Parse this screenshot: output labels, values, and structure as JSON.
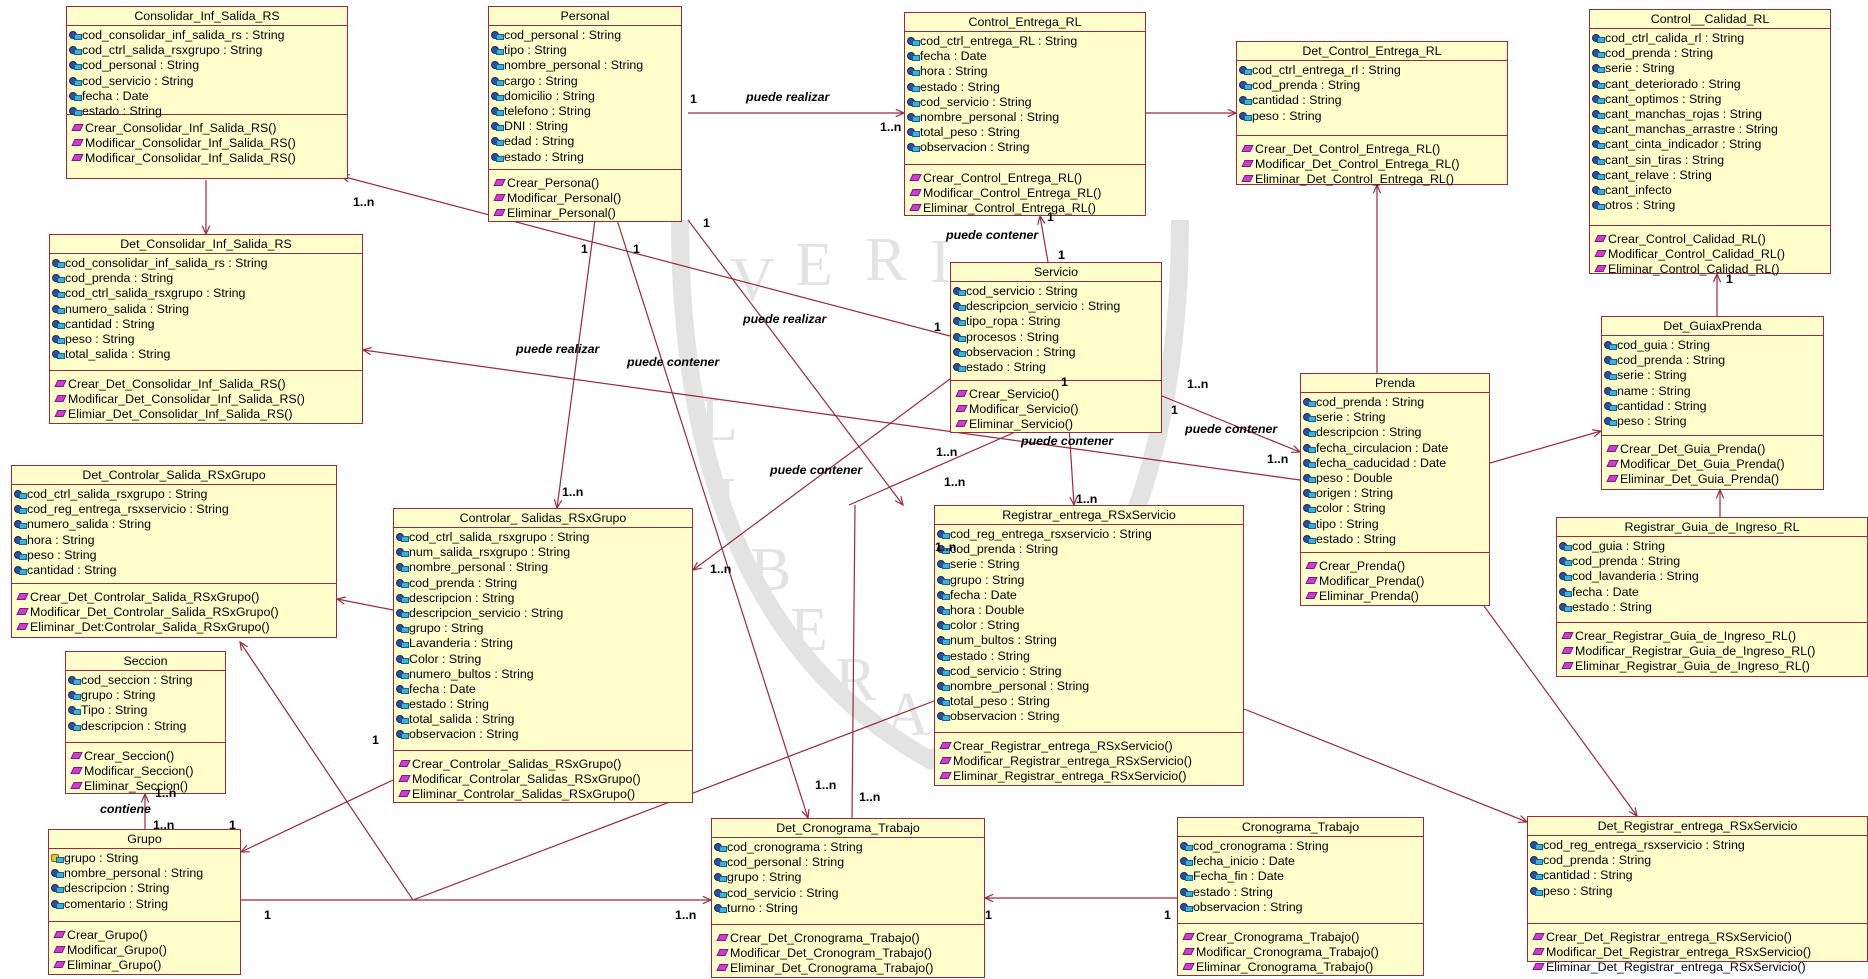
{
  "colors": {
    "class_fill": "#ffffcc",
    "line": "#9b2a3e",
    "watermark": "#e3e3e3"
  },
  "icons": {
    "attribute": "attribute-icon",
    "key_attribute": "key-attribute-icon",
    "operation": "operation-icon"
  },
  "watermark": {
    "letters": [
      "V",
      "E",
      "R",
      "I",
      "L",
      "I",
      "B",
      "E",
      "R",
      "A"
    ]
  },
  "classes": [
    {
      "id": "consolidar",
      "name": "Consolidar_Inf_Salida_RS",
      "attributes": [
        "cod_consolidar_inf_salida_rs : String",
        "cod_ctrl_salida_rsxgrupo : String",
        "cod_personal : String",
        "cod_servicio : String",
        "fecha : Date",
        "estado : String"
      ],
      "operations": [
        "Crear_Consolidar_Inf_Salida_RS()",
        "Modificar_Consolidar_Inf_Salida_RS()",
        "Modificar_Consolidar_Inf_Salida_RS()"
      ]
    },
    {
      "id": "personal",
      "name": "Personal",
      "attributes": [
        "cod_personal : String",
        "tipo : String",
        "nombre_personal : String",
        "cargo : String",
        "domicilio : String",
        "telefono : String",
        "DNI : String",
        "edad : String",
        "estado : String"
      ],
      "operations": [
        "Crear_Persona()",
        "Modificar_Personal()",
        "Eliminar_Personal()"
      ]
    },
    {
      "id": "control_entrega",
      "name": "Control_Entrega_RL",
      "attributes": [
        "cod_ctrl_entrega_RL : String",
        "fecha : Date",
        "hora : String",
        "estado : String",
        "cod_servicio : String",
        "nombre_personal : String",
        "total_peso : String",
        "observacion : String"
      ],
      "operations": [
        "Crear_Control_Entrega_RL()",
        "Modificar_Control_Entrega_RL()",
        "Eliminar_Control_Entrega_RL()"
      ]
    },
    {
      "id": "det_control_entrega",
      "name": "Det_Control_Entrega_RL",
      "attributes": [
        "cod_ctrl_entrega_rl : String",
        "cod_prenda : String",
        "cantidad : String",
        "peso : String"
      ],
      "operations": [
        "Crear_Det_Control_Entrega_RL()",
        "Modificar_Det_Control_Entrega_RL()",
        "Eliminar_Det_Control_Entrega_RL()"
      ]
    },
    {
      "id": "control_calidad",
      "name": "Control__Calidad_RL",
      "attributes": [
        "cod_ctrl_calida_rl : String",
        "cod_prenda : String",
        "serie : String",
        "cant_deteriorado : String",
        "cant_optimos : String",
        "cant_manchas_rojas : String",
        "cant_manchas_arrastre : String",
        "cant_cinta_indicador : String",
        "cant_sin_tiras : String",
        "cant_relave : String",
        "cant_infecto",
        "otros : String"
      ],
      "operations": [
        "Crear_Control_Calidad_RL()",
        "Modificar_Control_Calidad_RL()",
        "Eliminar_Control_Calidad_RL()"
      ]
    },
    {
      "id": "det_consolidar",
      "name": "Det_Consolidar_Inf_Salida_RS",
      "attributes": [
        "cod_consolidar_inf_salida_rs : String",
        "cod_prenda : String",
        "cod_ctrl_salida_rsxgrupo : String",
        "numero_salida : String",
        "cantidad : String",
        "peso : String",
        "total_salida : String"
      ],
      "operations": [
        "Crear_Det_Consolidar_Inf_Salida_RS()",
        "Modificar_Det_Consolidar_Inf_Salida_RS()",
        "Elimiar_Det_Consolidar_Inf_Salida_RS()"
      ]
    },
    {
      "id": "servicio",
      "name": "Servicio",
      "attributes": [
        "cod_servicio : String",
        "descripcion_servicio : String",
        "tipo_ropa : String",
        "procesos : String",
        "observacion : String",
        "estado : String"
      ],
      "operations": [
        "Crear_Servicio()",
        "Modificar_Servicio()",
        "Eliminar_Servicio()"
      ]
    },
    {
      "id": "det_guia",
      "name": "Det_GuiaxPrenda",
      "attributes": [
        "cod_guia : String",
        "cod_prenda : String",
        "serie : String",
        "name : String",
        "cantidad : String",
        "peso : String"
      ],
      "operations": [
        "Crear_Det_Guia_Prenda()",
        "Modificar_Det_Guia_Prenda()",
        "Eliminar_Det_Guia_Prenda()"
      ]
    },
    {
      "id": "prenda",
      "name": "Prenda",
      "attributes": [
        "cod_prenda : String",
        "serie : String",
        "descripcion : String",
        "fecha_circulacion : Date",
        "fecha_caducidad : Date",
        "peso : Double",
        "origen : String",
        "color : String",
        "tipo : String",
        "estado : String"
      ],
      "operations": [
        "Crear_Prenda()",
        "Modificar_Prenda()",
        "Eliminar_Prenda()"
      ]
    },
    {
      "id": "det_controlar",
      "name": "Det_Controlar_Salida_RSxGrupo",
      "attributes": [
        "cod_ctrl_salida_rsxgrupo : String",
        "cod_reg_entrega_rsxservicio : String",
        "numero_salida : String",
        "hora : String",
        "peso : String",
        "cantidad : String"
      ],
      "operations": [
        "Crear_Det_Controlar_Salida_RSxGrupo()",
        "Modificar_Det_Controlar_Salida_RSxGrupo()",
        "Eliminar_Det:Controlar_Salida_RSxGrupo()"
      ]
    },
    {
      "id": "controlar",
      "name": "Controlar_ Salidas_RSxGrupo",
      "attributes": [
        "cod_ctrl_salida_rsxgrupo : String",
        "num_salida_rsxgrupo : String",
        "nombre_personal : String",
        "cod_prenda : String",
        "descripcion : String",
        "descripcion_servicio : String",
        "grupo : String",
        "Lavanderia : String",
        "Color : String",
        "numero_bultos : String",
        "fecha : Date",
        "estado : String",
        "total_salida : String",
        "observacion : String"
      ],
      "operations": [
        "Crear_Controlar_Salidas_RSxGrupo()",
        "Modificar_Controlar_Salidas_RSxGrupo()",
        "Eliminar_Controlar_Salidas_RSxGrupo()"
      ]
    },
    {
      "id": "registrar_entrega",
      "name": "Registrar_entrega_RSxServicio",
      "attributes": [
        "cod_reg_entrega_rsxservicio : String",
        "cod_prenda : String",
        "serie : String",
        "grupo : String",
        "fecha : Date",
        "hora : Double",
        "color : String",
        "num_bultos : String",
        "estado : String",
        "cod_servicio : String",
        "nombre_personal : String",
        "total_peso : String",
        "observacion : String"
      ],
      "operations": [
        "Crear_Registrar_entrega_RSxServicio()",
        "Modificar_Registrar_entrega_RSxServicio()",
        "Eliminar_Registrar_entrega_RSxServicio()"
      ]
    },
    {
      "id": "registrar_guia",
      "name": "Registrar_Guia_de_Ingreso_RL",
      "attributes": [
        "cod_guia : String",
        "cod_prenda : String",
        "cod_lavanderia : String",
        "fecha : Date",
        "estado : String"
      ],
      "operations": [
        "Crear_Registrar_Guia_de_Ingreso_RL()",
        "Modificar_Registrar_Guia_de_Ingreso_RL()",
        "Eliminar_Registrar_Guia_de_Ingreso_RL()"
      ]
    },
    {
      "id": "seccion",
      "name": "Seccion",
      "attributes": [
        "cod_seccion : String",
        "grupo : String",
        "Tipo : String",
        "descripcion : String"
      ],
      "operations": [
        "Crear_Seccion()",
        "Modificar_Seccion()",
        "Eliminar_Seccion()"
      ]
    },
    {
      "id": "grupo",
      "name": "Grupo",
      "attributes": [
        "grupo : String",
        "nombre_personal : String",
        "descripcion : String",
        "comentario : String"
      ],
      "key_attributes": [
        0
      ],
      "operations": [
        "Crear_Grupo()",
        "Modificar_Grupo()",
        "Eliminar_Grupo()"
      ]
    },
    {
      "id": "det_cronograma",
      "name": "Det_Cronograma_Trabajo",
      "attributes": [
        "cod_cronograma : String",
        "cod_personal : String",
        "grupo : String",
        "cod_servicio : String",
        "turno : String"
      ],
      "operations": [
        "Crear_Det_Cronograma_Trabajo()",
        "Modificar_Det_Cronogram_Trabajo()",
        "Eliminar_Det_Cronograma_Trabajo()"
      ]
    },
    {
      "id": "cronograma",
      "name": "Cronograma_Trabajo",
      "attributes": [
        "cod_cronograma : String",
        "fecha_inicio : Date",
        "Fecha_fin : Date",
        "estado : String",
        "observacion : String"
      ],
      "operations": [
        "Crear_Cronograma_Trabajo()",
        "Modificar_Cronograma_Trabajo()",
        "Eliminar_Cronograma_Trabajo()"
      ]
    },
    {
      "id": "det_registrar",
      "name": "Det_Registrar_entrega_RSxServicio",
      "attributes": [
        "cod_reg_entrega_rsxservicio : String",
        "cod_prenda : String",
        "cantidad : String",
        "peso : String"
      ],
      "operations": [
        "Crear_Det_Registrar_entrega_RSxServicio()",
        "Modificar_Det_Registrar_entrega_RSxServicio()",
        "Eliminar_Det_Registrar_entrega_RSxServicio()"
      ]
    }
  ],
  "association_labels": [
    "puede realizar",
    "puede contener",
    "puede realizar",
    "puede realizar",
    "puede contener",
    "puede contener",
    "puede contener",
    "puede contener",
    "contiene"
  ],
  "multiplicities": [
    "1",
    "1..n",
    "1",
    "1",
    "1",
    "1..n",
    "1..n",
    "1",
    "1",
    "1..n",
    "1..n",
    "1",
    "1..n",
    "1",
    "1..n",
    "1",
    "1..n",
    "1..n",
    "1..n",
    "1..n",
    "1..n",
    "1",
    "1",
    "1",
    "1",
    "1..n",
    "1",
    "1..n",
    "1..n",
    "1",
    "1"
  ]
}
